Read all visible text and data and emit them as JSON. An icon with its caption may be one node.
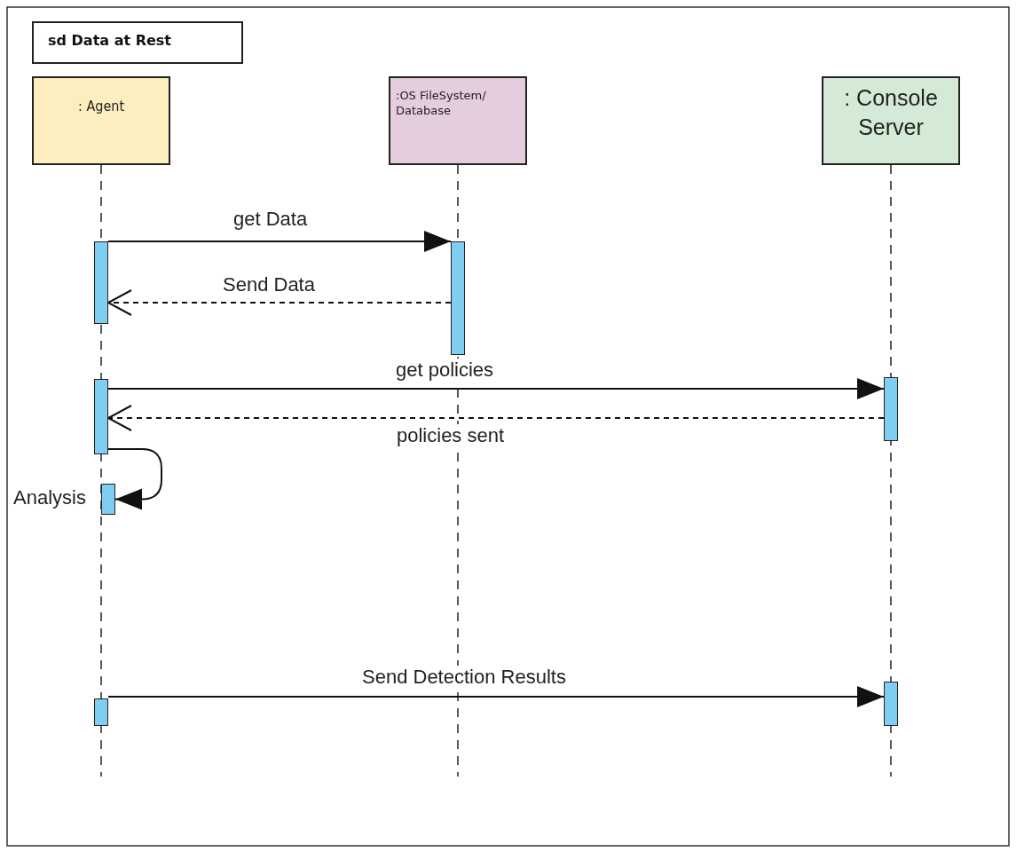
{
  "diagram": {
    "title": "sd Data at Rest",
    "nodes": [
      {
        "text": [
          ": Agent"
        ]
      },
      {
        "text": [
          ":OS FileSystem/ Database"
        ]
      },
      {
        "text": [
          ": Console Server"
        ]
      },
      {
        "text": [],
        "shape": "bar"
      },
      {
        "text": [],
        "shape": "bar"
      },
      {
        "text": [],
        "shape": "bar"
      },
      {
        "text": [],
        "shape": "bar"
      },
      {
        "text": [],
        "shape": "bar"
      },
      {
        "text": [],
        "shape": "bar"
      },
      {
        "text": [],
        "shape": "bar"
      }
    ],
    "edges": [
      {
        "from": 3,
        "to": 4,
        "arrow": "to",
        "label": "get Data"
      },
      {
        "from": 4,
        "to": 3,
        "arrow": "to",
        "label": "Send Data",
        "style": "dashed"
      },
      {
        "from": 5,
        "to": 6,
        "arrow": "to",
        "label": "get policies"
      },
      {
        "from": 6,
        "to": 5,
        "arrow": "to",
        "label": "policies sent",
        "style": "dashed"
      },
      {
        "from": 5,
        "to": 7,
        "arrow": "to",
        "label": "Analysis"
      },
      {
        "from": 8,
        "to": 9,
        "arrow": "to",
        "label": "Send Detection Results"
      }
    ]
  }
}
